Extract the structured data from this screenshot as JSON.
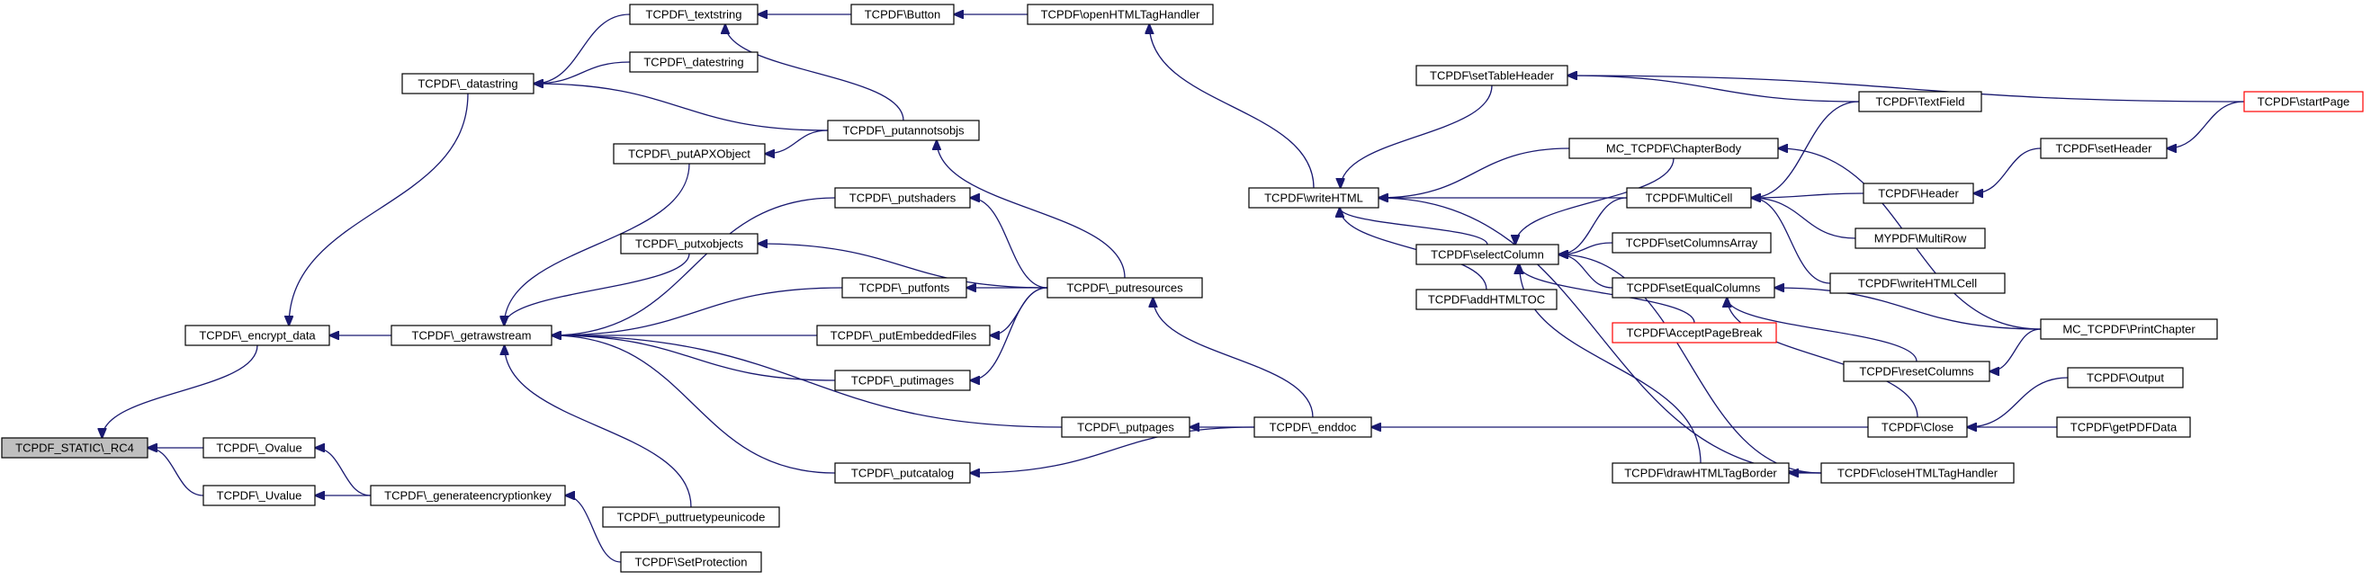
{
  "nodes": {
    "rc4": "TCPDF_STATIC\\_RC4",
    "encrypt_data": "TCPDF\\_encrypt_data",
    "ovalue": "TCPDF\\_Ovalue",
    "uvalue": "TCPDF\\_Uvalue",
    "datastring": "TCPDF\\_datastring",
    "getrawstream": "TCPDF\\_getrawstream",
    "generateencryptionkey": "TCPDF\\_generateencryptionkey",
    "textstring": "TCPDF\\_textstring",
    "datestring": "TCPDF\\_datestring",
    "putapxobject": "TCPDF\\_putAPXObject",
    "putxobjects": "TCPDF\\_putxobjects",
    "puttruetypeunicode": "TCPDF\\_puttruetypeunicode",
    "setprotection": "TCPDF\\SetProtection",
    "button": "TCPDF\\Button",
    "putannotsobjs": "TCPDF\\_putannotsobjs",
    "putshaders": "TCPDF\\_putshaders",
    "putfonts": "TCPDF\\_putfonts",
    "putembeddedfiles": "TCPDF\\_putEmbeddedFiles",
    "putimages": "TCPDF\\_putimages",
    "putcatalog": "TCPDF\\_putcatalog",
    "putresources": "TCPDF\\_putresources",
    "putpages": "TCPDF\\_putpages",
    "openhtmltaghandler": "TCPDF\\openHTMLTagHandler",
    "writehtml": "TCPDF\\writeHTML",
    "enddoc": "TCPDF\\_enddoc",
    "settableheader": "TCPDF\\setTableHeader",
    "selectcolumn": "TCPDF\\selectColumn",
    "addhtmltoc": "TCPDF\\addHTMLTOC",
    "chapterbody": "MC_TCPDF\\ChapterBody",
    "multicell": "TCPDF\\MultiCell",
    "setcolumnsarray": "TCPDF\\setColumnsArray",
    "setequalcolumns": "TCPDF\\setEqualColumns",
    "acceptpagebreak": "TCPDF\\AcceptPageBreak",
    "drawhtmltagborder": "TCPDF\\drawHTMLTagBorder",
    "textfield": "TCPDF\\TextField",
    "header": "TCPDF\\Header",
    "multirow": "MYPDF\\MultiRow",
    "writehtmlcell": "TCPDF\\writeHTMLCell",
    "resetcolumns": "TCPDF\\resetColumns",
    "close": "TCPDF\\Close",
    "closehtmltaghandler": "TCPDF\\closeHTMLTagHandler",
    "setheader": "TCPDF\\setHeader",
    "printchapter": "MC_TCPDF\\PrintChapter",
    "output": "TCPDF\\Output",
    "getpdfdata": "TCPDF\\getPDFData",
    "startpage": "TCPDF\\startPage"
  },
  "colors": {
    "edge": "#191970",
    "root_fill": "#bfbfbf",
    "node_border": "#000000",
    "red_border": "#ff0000"
  }
}
